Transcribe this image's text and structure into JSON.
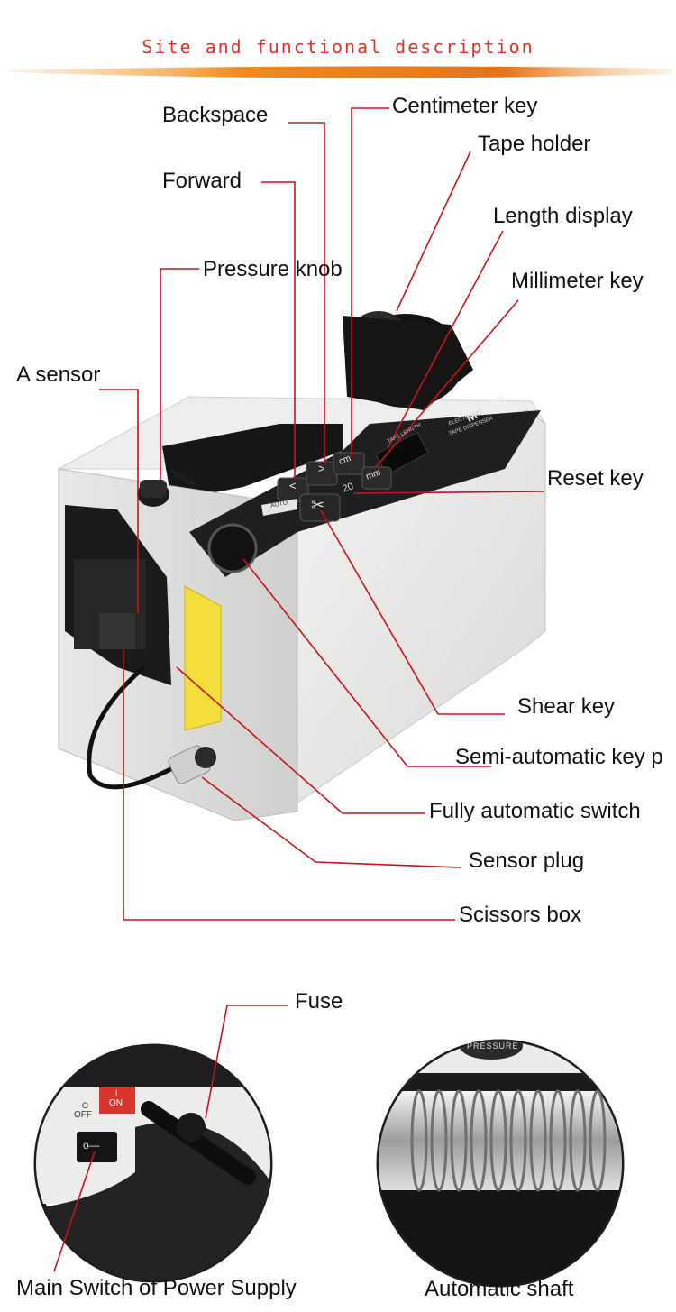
{
  "header": {
    "title": "Site and functional description"
  },
  "machine": {
    "brand": "M-1000",
    "brand_sub1": "ELECTRONIC",
    "brand_sub2": "TAPE DISPENSER",
    "panel_label": "TAPE LENGTH",
    "display_value": "20",
    "key_cm": "cm",
    "key_mm": "mm",
    "key_forward": "<",
    "key_backspace": ">",
    "auto_label": "AUTO",
    "knob_label": "PRESSURE"
  },
  "callouts": [
    {
      "label": "Backspace"
    },
    {
      "label": "Centimeter key"
    },
    {
      "label": "Tape holder"
    },
    {
      "label": "Forward"
    },
    {
      "label": "Length display"
    },
    {
      "label": "Pressure knob"
    },
    {
      "label": "Millimeter key"
    },
    {
      "label": "A sensor"
    },
    {
      "label": "Reset key"
    },
    {
      "label": "Shear key"
    },
    {
      "label": "Semi-automatic key p"
    },
    {
      "label": "Fully automatic switch"
    },
    {
      "label": "Sensor plug"
    },
    {
      "label": "Scissors box"
    },
    {
      "label": "Fuse"
    },
    {
      "label": "Main Switch of Power Supply"
    },
    {
      "label": "Automatic shaft"
    }
  ],
  "detail_left": {
    "off_label": "OFF",
    "on_label": "ON",
    "on_symbol": "I",
    "off_symbol": "O"
  },
  "detail_right": {
    "knob_label": "PRESSURE"
  },
  "colors": {
    "accent": "#d9352c",
    "line": "#c8141b",
    "gradient_orange": "#f28a1c"
  }
}
